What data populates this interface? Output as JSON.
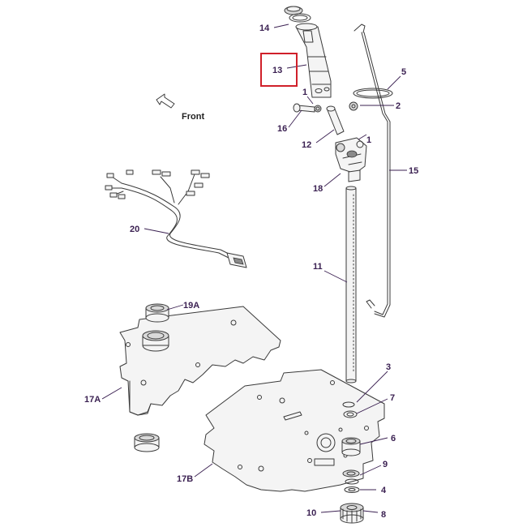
{
  "front_label": "Front",
  "highlight_color": "#d0202a",
  "callout_color": "#3b2152",
  "callouts": {
    "c14": "14",
    "c13": "13",
    "c5": "5",
    "c1a": "1",
    "c2": "2",
    "c16": "16",
    "c12": "12",
    "c1b": "1",
    "c15": "15",
    "c18": "18",
    "c20": "20",
    "c11": "11",
    "c19a": "19A",
    "c3": "3",
    "c7": "7",
    "c17a": "17A",
    "c6": "6",
    "c9": "9",
    "c17b": "17B",
    "c4": "4",
    "c10": "10",
    "c8": "8"
  },
  "highlighted_callout": "13"
}
